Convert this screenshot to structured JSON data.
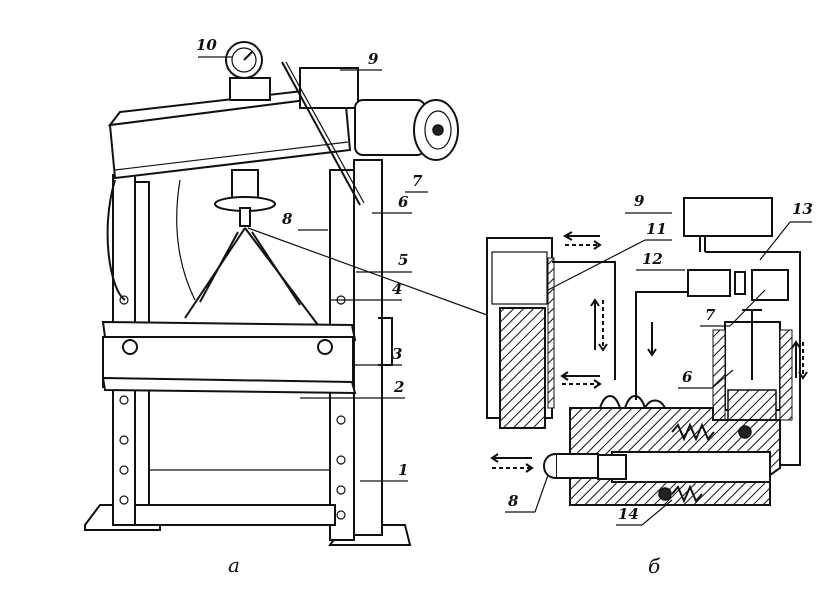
{
  "figure": {
    "left_caption": "а",
    "right_caption": "б",
    "left_labels": {
      "l10": "10",
      "l9": "9",
      "l7": "7",
      "l6": "6",
      "l8": "8",
      "l5": "5",
      "l4": "4",
      "l3": "3",
      "l2": "2",
      "l1": "1"
    },
    "right_labels": {
      "r9": "9",
      "r11": "11",
      "r13": "13",
      "r12": "12",
      "r7": "7",
      "r6": "6",
      "r8": "8",
      "r14": "14"
    }
  }
}
